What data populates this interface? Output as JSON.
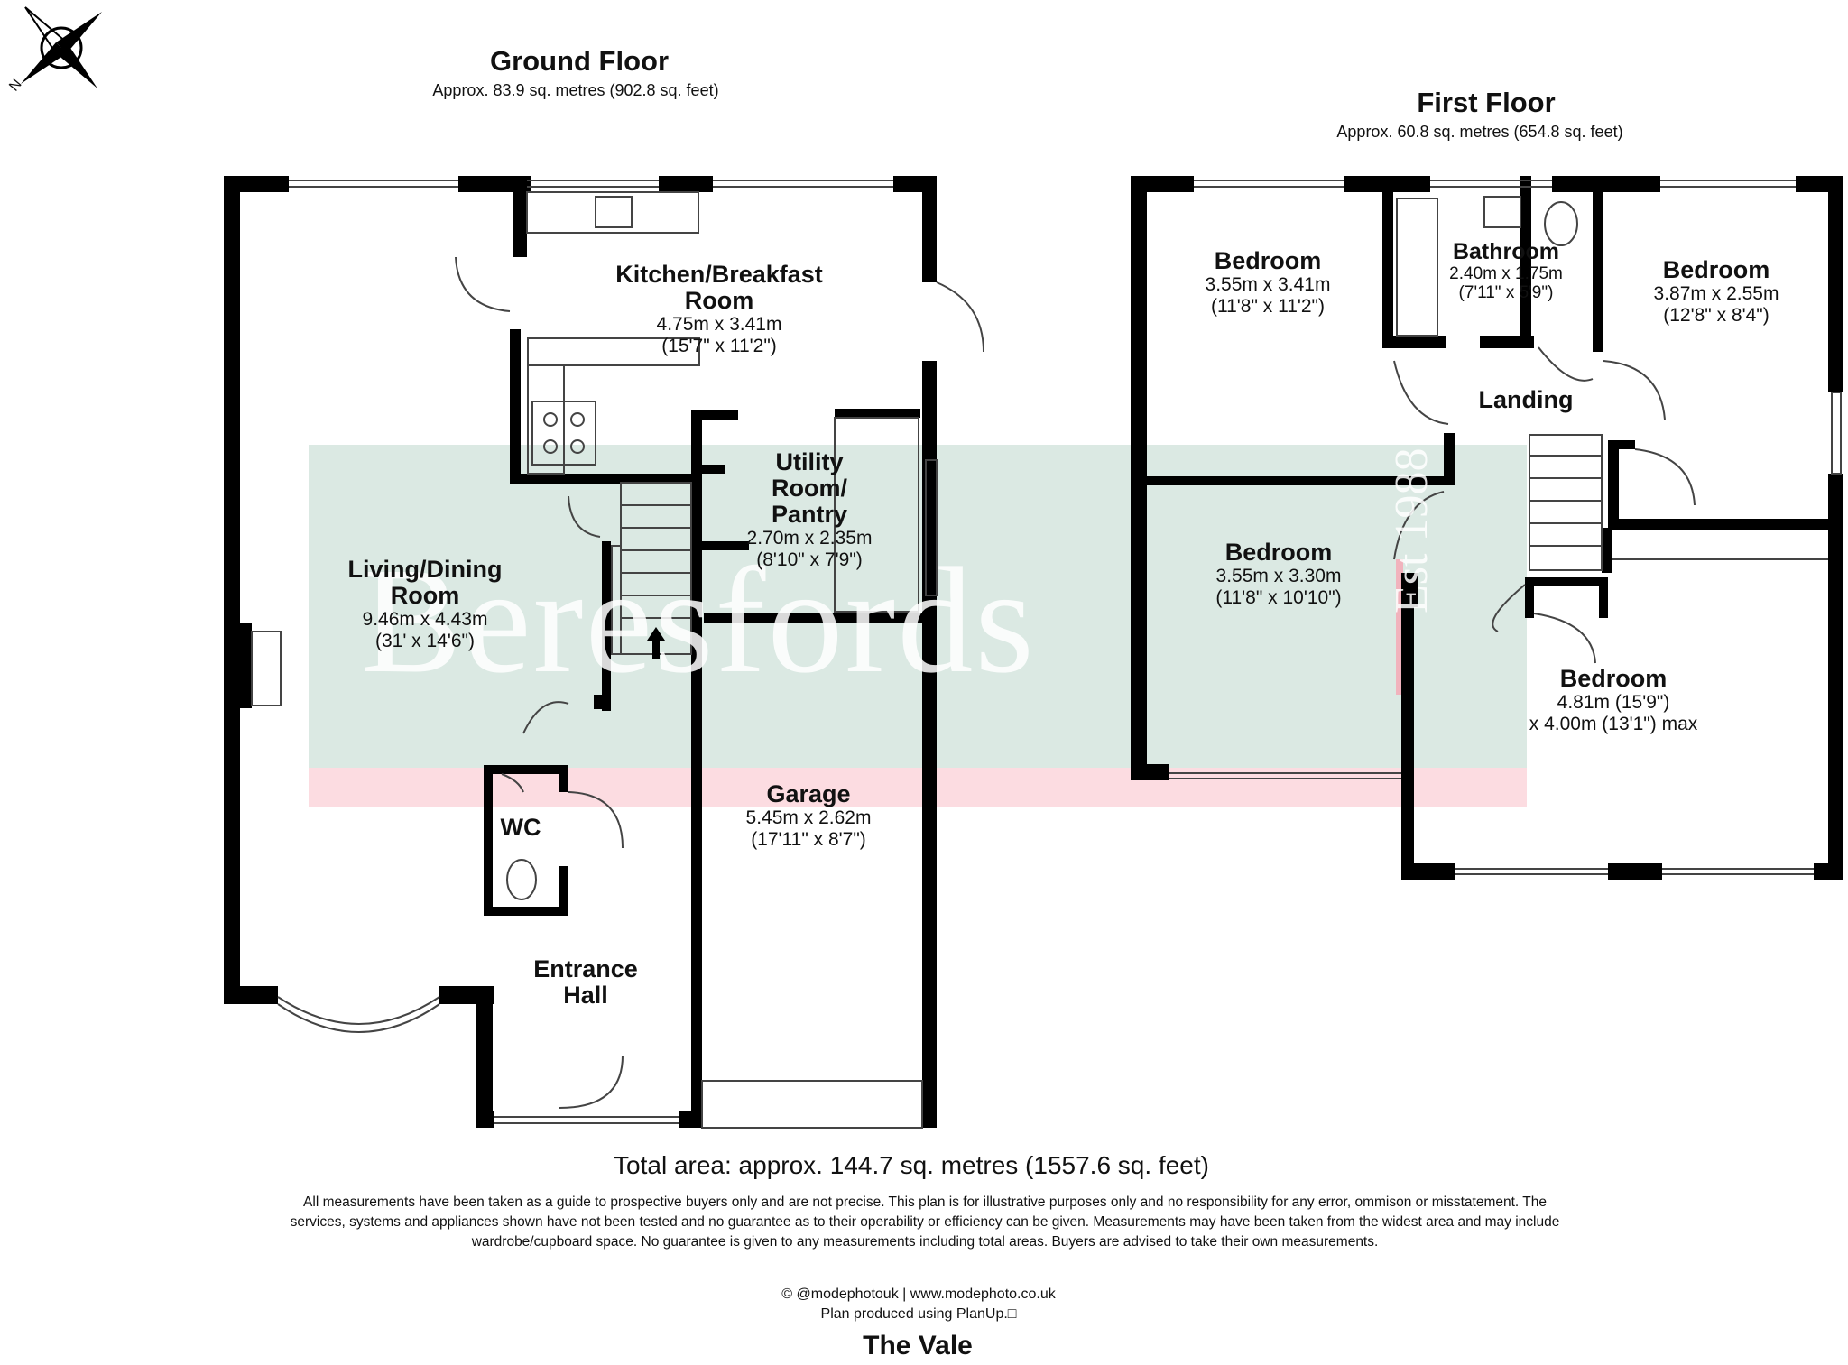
{
  "compass": {
    "label": "N",
    "icon": "compass-rose-icon"
  },
  "ground_floor": {
    "title": "Ground Floor",
    "area": "Approx. 83.9 sq. metres (902.8 sq. feet)",
    "rooms": {
      "kitchen": {
        "name_line1": "Kitchen/Breakfast",
        "name_line2": "Room",
        "metric": "4.75m x 3.41m",
        "imperial": "(15'7\" x 11'2\")"
      },
      "utility": {
        "name_line1": "Utility",
        "name_line2": "Room/",
        "name_line3": "Pantry",
        "metric": "2.70m x 2.35m",
        "imperial": "(8'10\" x 7'9\")"
      },
      "living": {
        "name_line1": "Living/Dining",
        "name_line2": "Room",
        "metric": "9.46m x 4.43m",
        "imperial": "(31' x 14'6\")"
      },
      "garage": {
        "name": "Garage",
        "metric": "5.45m x 2.62m",
        "imperial": "(17'11\" x 8'7\")"
      },
      "wc": {
        "name": "WC"
      },
      "hall": {
        "name_line1": "Entrance",
        "name_line2": "Hall"
      }
    }
  },
  "first_floor": {
    "title": "First Floor",
    "area": "Approx. 60.8 sq. metres (654.8 sq. feet)",
    "rooms": {
      "bedroom_nw": {
        "name": "Bedroom",
        "metric": "3.55m x 3.41m",
        "imperial": "(11'8\" x 11'2\")"
      },
      "bathroom": {
        "name": "Bathroom",
        "metric": "2.40m x 1.75m",
        "imperial": "(7'11\" x 5'9\")"
      },
      "bedroom_ne": {
        "name": "Bedroom",
        "metric": "3.87m x 2.55m",
        "imperial": "(12'8\" x 8'4\")"
      },
      "landing": {
        "name": "Landing"
      },
      "bedroom_sw": {
        "name": "Bedroom",
        "metric": "3.55m x 3.30m",
        "imperial": "(11'8\" x 10'10\")"
      },
      "bedroom_se": {
        "name": "Bedroom",
        "metric": "4.81m (15'9\")",
        "imperial": "x 4.00m (13'1\") max"
      }
    }
  },
  "watermark": {
    "brand": "Beresfords",
    "est": "Est 1988"
  },
  "total_area": "Total area: approx. 144.7 sq. metres (1557.6 sq. feet)",
  "disclaimer": "All measurements have been taken as a guide to prospective buyers only and are not precise. This plan is for illustrative purposes only and no responsibility for any error, ommison or misstatement. The services, systems and appliances shown have not been tested and no guarantee as to their operability or efficiency can be given. Measurements may have been taken from the widest area and may include wardrobe/cupboard space. No guarantee is given to any measurements including total areas. Buyers are advised to take their own measurements.",
  "credit": "© @modephotouk | www.modephoto.co.uk",
  "produced": "Plan  produced  using  PlanUp.□",
  "property_name": "The Vale",
  "colors": {
    "wall": "#000000",
    "watermark_band": "#dbe9e3",
    "watermark_stripe": "#fcdce1",
    "watermark_accent": "#f1b3bd"
  }
}
